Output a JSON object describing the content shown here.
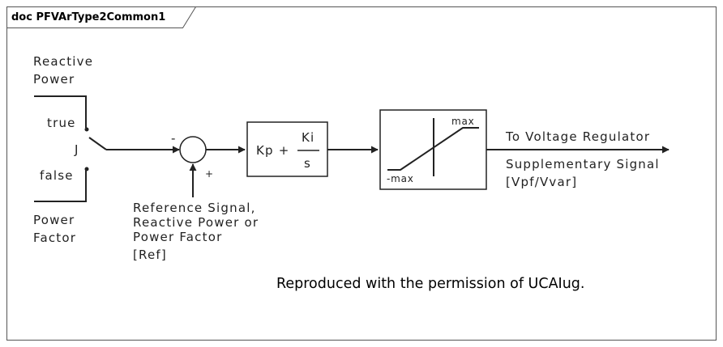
{
  "frame": {
    "tab_label": "doc PFVArType2Common1"
  },
  "switch": {
    "top_label_line1": "Reactive",
    "top_label_line2": "Power",
    "true_label": "true",
    "junction_label": "J",
    "false_label": "false",
    "bottom_label_line1": "Power",
    "bottom_label_line2": "Factor"
  },
  "summing_junction": {
    "minus_sign": "-",
    "plus_sign": "+"
  },
  "pi_block": {
    "prefix": "Kp +",
    "numerator": "Ki",
    "denominator": "s"
  },
  "limiter_block": {
    "max_label": "max",
    "min_label": "-max"
  },
  "reference": {
    "line1": "Reference Signal,",
    "line2": "Reactive Power or",
    "line3": "Power Factor",
    "line4": "[Ref]"
  },
  "output": {
    "line1": "To Voltage Regulator",
    "line2": "Supplementary Signal",
    "line3": "[Vpf/Vvar]"
  },
  "caption": "Reproduced with the permission of UCAIug."
}
